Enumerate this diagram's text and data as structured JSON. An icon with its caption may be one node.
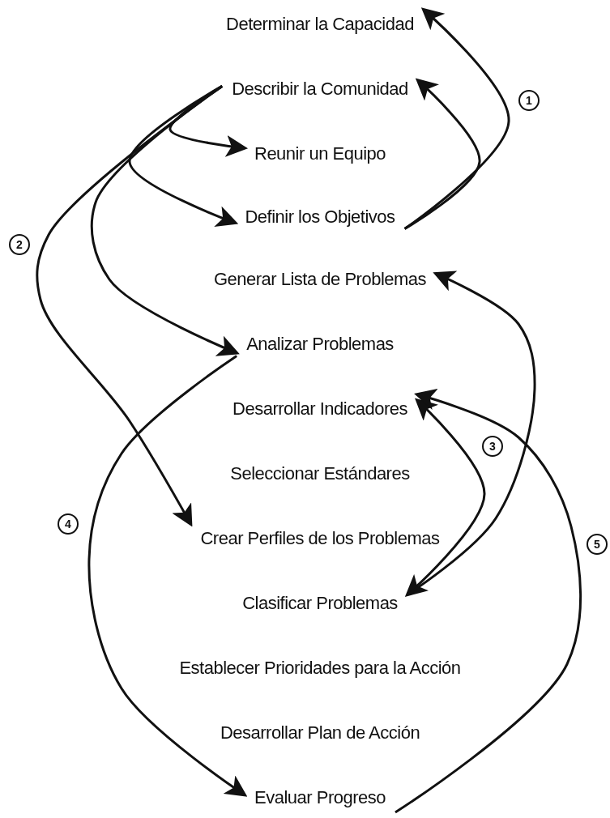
{
  "diagram": {
    "nodes": [
      {
        "text": [
          "Determinar la Capacidad"
        ]
      },
      {
        "text": [
          "Describir la Comunidad"
        ]
      },
      {
        "text": [
          "Reunir un Equipo"
        ]
      },
      {
        "text": [
          "Definir los Objetivos"
        ]
      },
      {
        "text": [
          "Generar Lista de Problemas"
        ]
      },
      {
        "text": [
          "Analizar Problemas"
        ]
      },
      {
        "text": [
          "Desarrollar Indicadores"
        ]
      },
      {
        "text": [
          "Seleccionar Estándares"
        ]
      },
      {
        "text": [
          "Crear Perfiles de los Problemas"
        ]
      },
      {
        "text": [
          "Clasificar Problemas"
        ]
      },
      {
        "text": [
          "Establecer Prioridades para la Acción"
        ]
      },
      {
        "text": [
          "Desarrollar Plan de Acción"
        ]
      },
      {
        "text": [
          "Evaluar Progreso"
        ]
      }
    ],
    "edges": [
      {
        "from": 3,
        "to": 0,
        "arrow": "to"
      },
      {
        "from": 3,
        "to": 1,
        "arrow": "to"
      },
      {
        "from": 1,
        "to": 2,
        "arrow": "to"
      },
      {
        "from": 1,
        "to": 3,
        "arrow": "to"
      },
      {
        "from": 1,
        "to": 5,
        "arrow": "to"
      },
      {
        "from": 1,
        "to": 8,
        "arrow": "to"
      },
      {
        "from": 6,
        "to": 9,
        "arrow": "both"
      },
      {
        "from": 9,
        "to": 4,
        "arrow": "to"
      },
      {
        "from": 5,
        "to": 12,
        "arrow": "to"
      },
      {
        "from": 12,
        "to": 6,
        "arrow": "to"
      }
    ],
    "labels": [
      "1",
      "2",
      "3",
      "4",
      "5"
    ]
  }
}
